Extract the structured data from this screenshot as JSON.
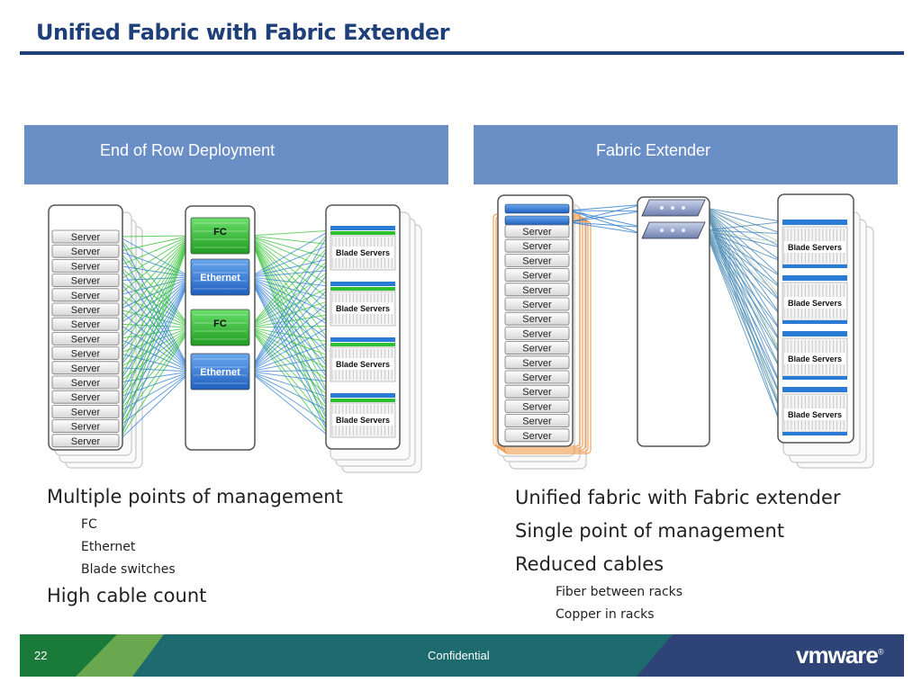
{
  "slide": {
    "title": "Unified Fabric with Fabric Extender",
    "page_number": "22",
    "footer_text": "Confidential",
    "logo": "vmware",
    "colors": {
      "title": "#1f3f7a",
      "panel_header": "#6a8fc7",
      "footer_dark": "#1d6b6e",
      "footer_green": "#6aa84f",
      "footer_navy": "#2e4476",
      "link_green": "#22bb22",
      "link_blue": "#2a7bd6"
    }
  },
  "left_panel": {
    "header": "End of Row Deployment",
    "server_label": "Server",
    "server_count": 15,
    "switches": [
      "FC",
      "Ethernet",
      "FC",
      "Ethernet"
    ],
    "blade_label": "Blade Servers",
    "blade_count": 4
  },
  "right_panel": {
    "header": "Fabric Extender",
    "server_label": "Server",
    "server_count": 15,
    "blade_label": "Blade Servers",
    "blade_count": 4
  },
  "left_bullets": {
    "main1": "Multiple points of management",
    "subs": [
      "FC",
      "Ethernet",
      "Blade switches"
    ],
    "main2": "High cable count"
  },
  "right_bullets": {
    "main1": "Unified fabric with Fabric extender",
    "main2": "Single point of management",
    "main3": "Reduced cables",
    "subs": [
      "Fiber between racks",
      "Copper in racks"
    ]
  }
}
